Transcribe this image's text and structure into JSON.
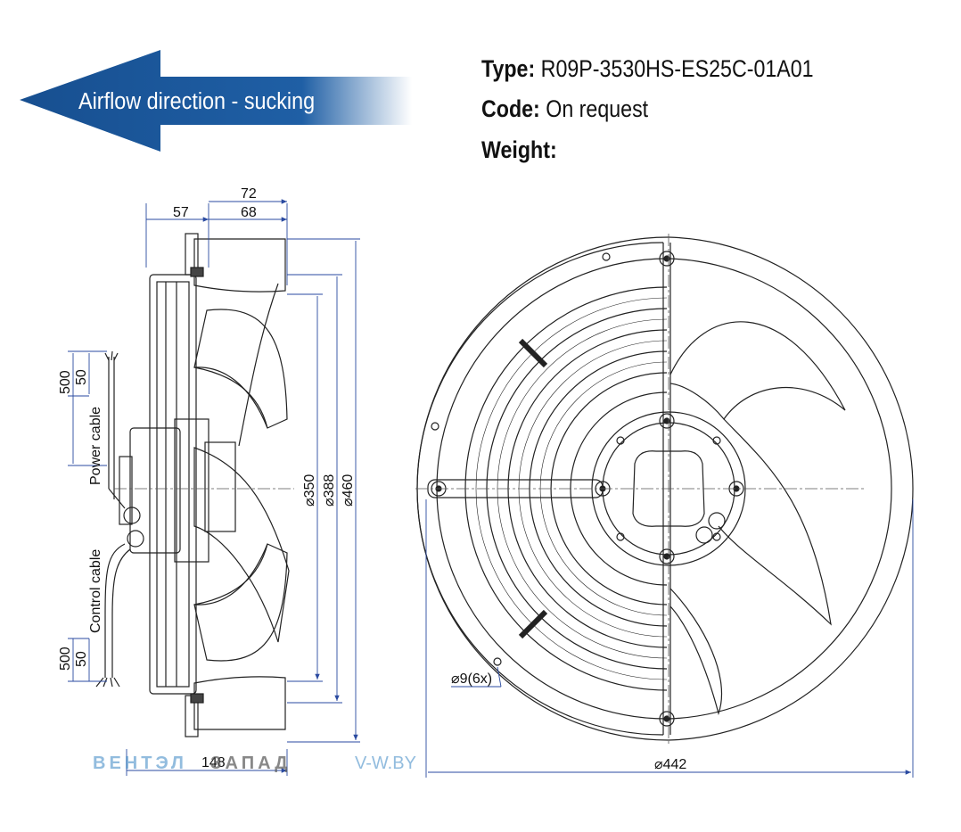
{
  "airflow": {
    "label": "Airflow direction - sucking",
    "color": "#1c5a9e"
  },
  "specs": {
    "type_label": "Type:",
    "type_value": "R09P-3530HS-ES25C-01A01",
    "code_label": "Code:",
    "code_value": "On request",
    "weight_label": "Weight:"
  },
  "dimensions": {
    "d57": "57",
    "d72": "72",
    "d68": "68",
    "d350": "⌀350",
    "d388": "⌀388",
    "d460": "⌀460",
    "d148": "148",
    "d442": "⌀442",
    "d9": "⌀9(6x)",
    "pc500": "500",
    "pc50": "50",
    "cc500": "500",
    "cc50": "50"
  },
  "cables": {
    "power": "Power cable",
    "control": "Control cable"
  },
  "watermark": {
    "part1": "ВЕНТЭЛ",
    "part2": "ЗАПАД",
    "site": "V-W.BY",
    "color1": "#4a90c8",
    "color2": "#555555"
  }
}
